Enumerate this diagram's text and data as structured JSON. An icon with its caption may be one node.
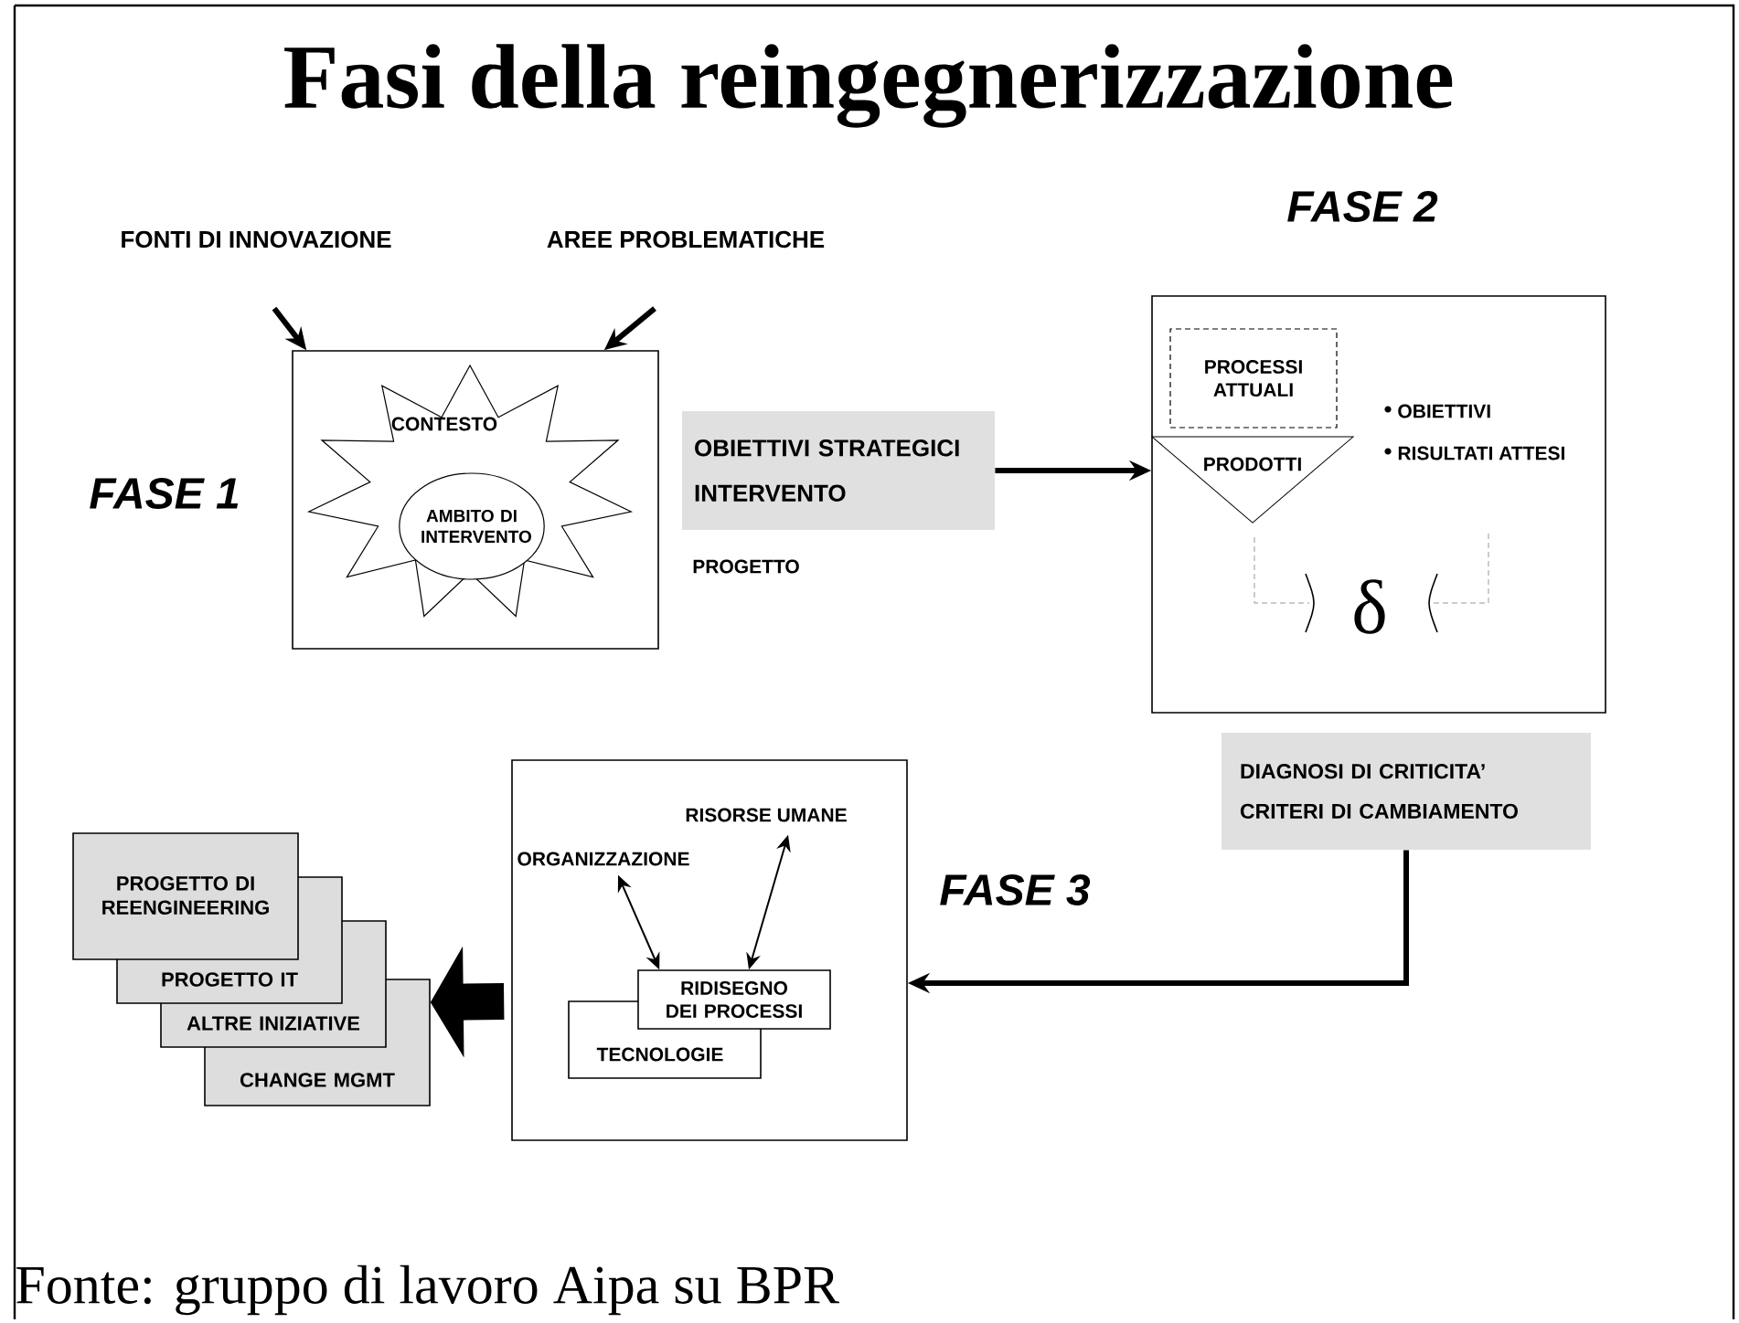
{
  "diagram": {
    "title": "Fasi della reingegnerizzazione",
    "caption": "Fonte: gruppo di lavoro Aipa su BPR",
    "nodes": [
      {
        "text": [
          "FONTI DI INNOVAZIONE"
        ]
      },
      {
        "text": [
          "AREE PROBLEMATICHE"
        ]
      },
      {
        "text": [],
        "shape": "box"
      },
      {
        "text": [
          "CONTESTO"
        ],
        "in": 2
      },
      {
        "text": [
          "AMBITO DI INTERVENTO"
        ],
        "in": 3
      },
      {
        "text": [
          "OBIETTIVI STRATEGICI INTERVENTO"
        ]
      },
      {
        "text": [],
        "shape": "box"
      },
      {
        "text": [
          "PROCESSI ATTUALI"
        ],
        "in": 6
      },
      {
        "text": [
          "PRODOTTI"
        ],
        "in": 6
      },
      {
        "text": [
          "DIAGNOSI DI CRITICITA’ CRITERI DI CAMBIAMENTO"
        ]
      },
      {
        "text": [],
        "shape": "box"
      },
      {
        "text": [
          "RISORSE UMANE"
        ],
        "in": 10
      },
      {
        "text": [
          "ORGANIZZAZIONE"
        ],
        "in": 10
      },
      {
        "text": [
          "RIDISEGNO DEI PROCESSI"
        ],
        "in": 10
      },
      {
        "text": [
          "TECNOLOGIE"
        ],
        "in": 10
      },
      {
        "text": [
          "PROGETTO DI REENGINEERING"
        ]
      },
      {
        "text": [
          "PROGETTO IT"
        ]
      },
      {
        "text": [
          "ALTRE INIZIATIVE"
        ]
      },
      {
        "text": [
          "CHANGE MGMT"
        ]
      }
    ],
    "edges": [
      {
        "from": 0,
        "to": 2,
        "arrow": "to"
      },
      {
        "from": 1,
        "to": 2,
        "arrow": "to"
      },
      {
        "from": 5,
        "to": 6,
        "arrow": "to"
      },
      {
        "from": 9,
        "to": 10,
        "arrow": "to"
      },
      {
        "from": 12,
        "to": 13,
        "arrow": "both"
      },
      {
        "from": 11,
        "to": 13,
        "arrow": "both"
      },
      {
        "from": 10,
        "to": 18,
        "arrow": "to",
        "style": "thick"
      }
    ],
    "labels": [
      "FASE 2",
      "OBIETTIVI",
      "RISULTATI ATTESI",
      "FASE 1",
      "PROGETTO",
      "δ",
      "FASE 3"
    ]
  }
}
